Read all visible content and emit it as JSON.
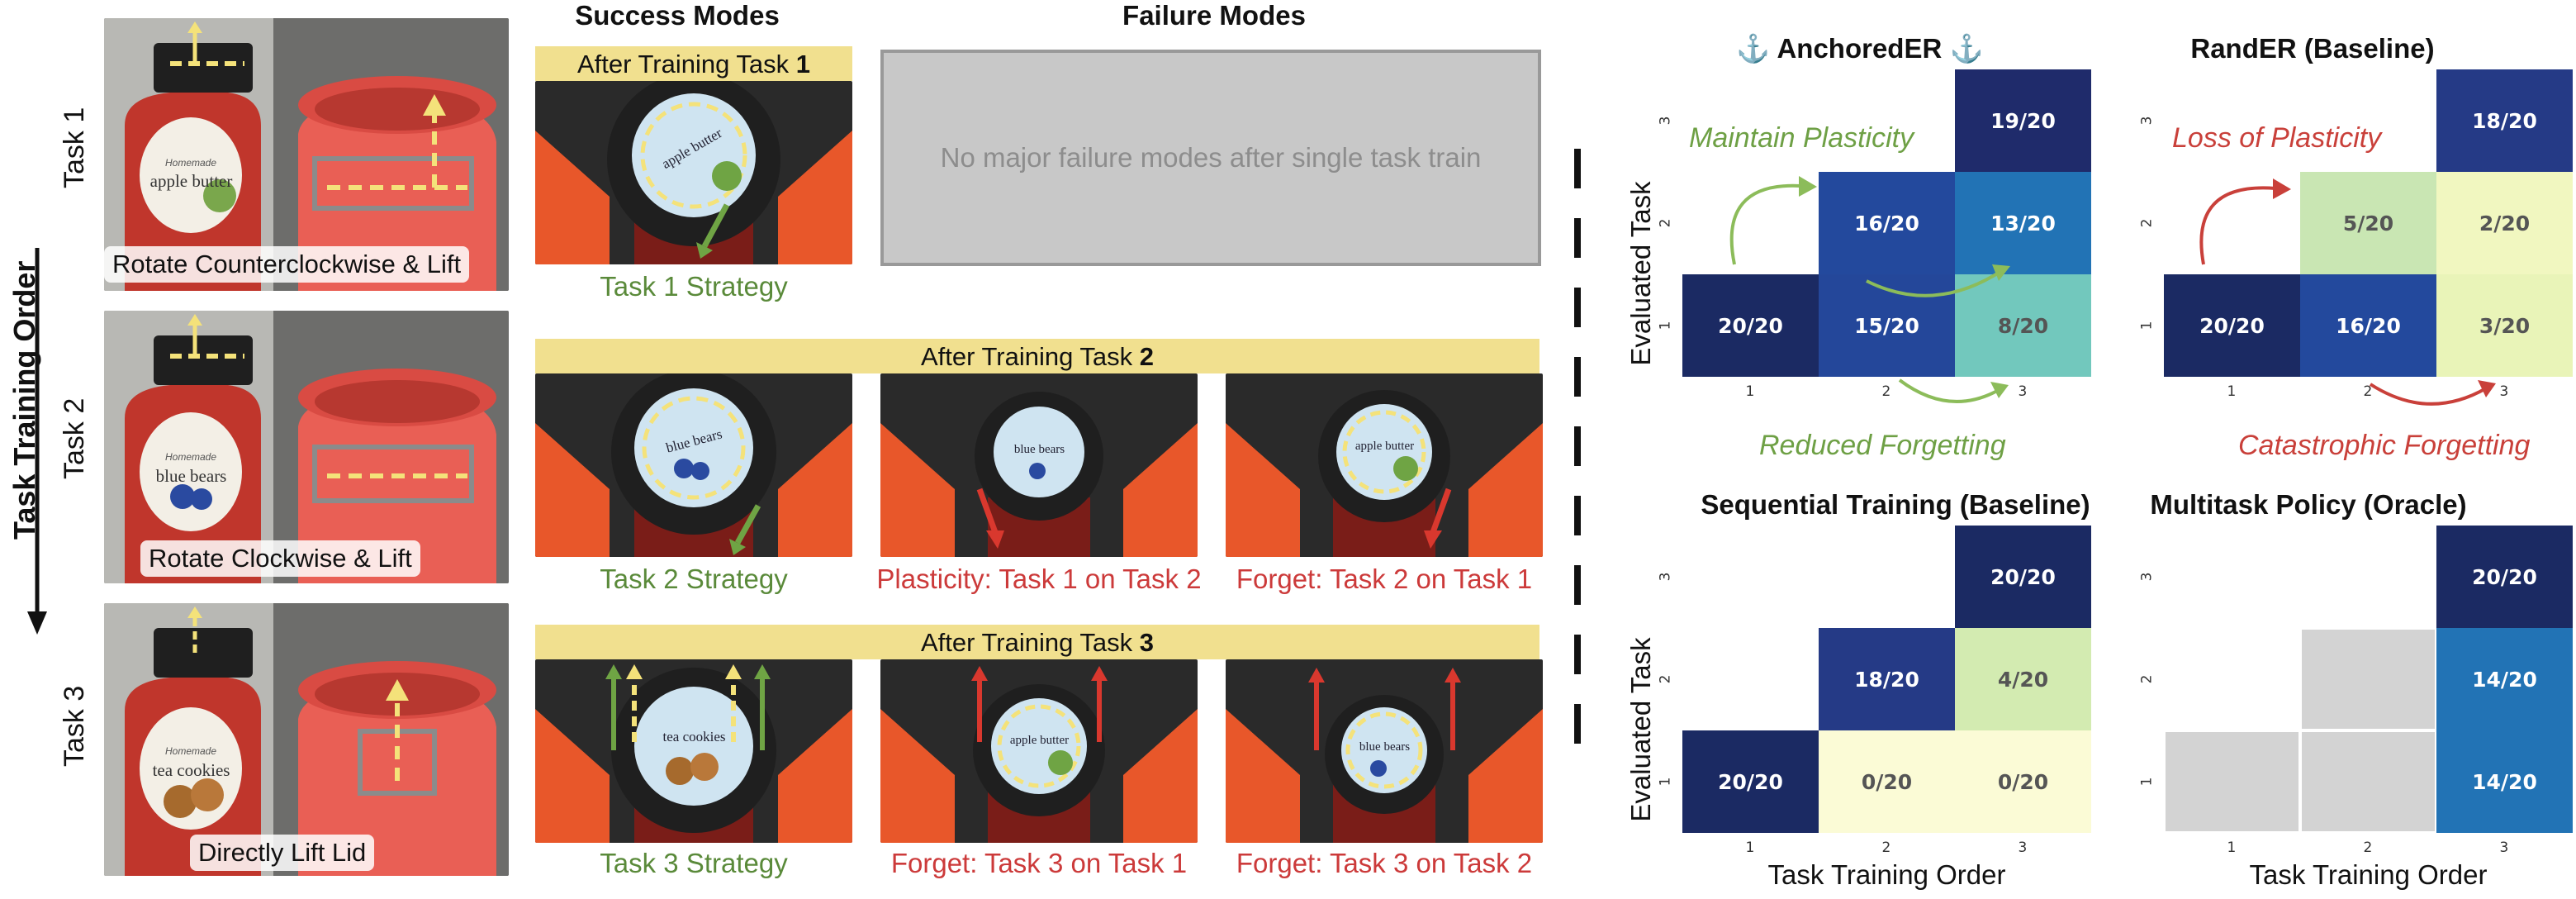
{
  "task_labels": [
    "Task 1",
    "Task 2",
    "Task 3"
  ],
  "vertical_axis_label": "Task Training Order",
  "task_captions": [
    "Rotate Counterclockwise & Lift",
    "Rotate Clockwise & Lift",
    "Directly Lift Lid"
  ],
  "jar_labels": [
    {
      "brand": "Homemade",
      "name": "apple butter"
    },
    {
      "brand": "Homemade",
      "name": "blue bears"
    },
    {
      "brand": "Homemade",
      "name": "tea cookies"
    }
  ],
  "column_headers": {
    "success": "Success Modes",
    "failure": "Failure Modes"
  },
  "bands": [
    {
      "prefix": "After Training Task ",
      "num": "1"
    },
    {
      "prefix": "After Training Task ",
      "num": "2"
    },
    {
      "prefix": "After Training Task ",
      "num": "3"
    }
  ],
  "no_failure_text": "No major failure modes after single task train",
  "success_captions": [
    "Task 1 Strategy",
    "Task 2 Strategy",
    "Task 3 Strategy"
  ],
  "failure_captions": [
    "Plasticity: Task 1 on Task 2",
    "Forget: Task 2 on Task 1",
    "Forget: Task 3 on Task 1",
    "Forget: Task 3 on Task 2"
  ],
  "colors": {
    "band": "#f1e08f",
    "green_text": "#5a8a3a",
    "red_text": "#cc3a3a",
    "jar_red": "#c0362c",
    "lid_black": "#1f1f1f",
    "arrow_yellow": "#f4e27a"
  },
  "annotations": {
    "maintain": "Maintain Plasticity",
    "reduced": "Reduced Forgetting",
    "loss": "Loss of Plasticity",
    "catastrophic": "Catastrophic Forgetting"
  },
  "chart_data": [
    {
      "type": "heatmap",
      "title": "⚓ AnchoredER ⚓",
      "xlabel": "",
      "ylabel": "Evaluated Task",
      "x_ticks": [
        "1",
        "2",
        "3"
      ],
      "y_ticks": [
        "1",
        "2",
        "3"
      ],
      "cells": [
        {
          "train": 1,
          "eval": 1,
          "label": "20/20",
          "color": "#1b2a63"
        },
        {
          "train": 2,
          "eval": 1,
          "label": "15/20",
          "color": "#24479a"
        },
        {
          "train": 2,
          "eval": 2,
          "label": "16/20",
          "color": "#23499d"
        },
        {
          "train": 3,
          "eval": 1,
          "label": "8/20",
          "color": "#72c8bd"
        },
        {
          "train": 3,
          "eval": 2,
          "label": "13/20",
          "color": "#2273b5"
        },
        {
          "train": 3,
          "eval": 3,
          "label": "19/20",
          "color": "#1f2b6b"
        }
      ]
    },
    {
      "type": "heatmap",
      "title": "RandER (Baseline)",
      "xlabel": "",
      "ylabel": "",
      "x_ticks": [
        "1",
        "2",
        "3"
      ],
      "y_ticks": [
        "1",
        "2",
        "3"
      ],
      "cells": [
        {
          "train": 1,
          "eval": 1,
          "label": "20/20",
          "color": "#1b2a63"
        },
        {
          "train": 2,
          "eval": 1,
          "label": "16/20",
          "color": "#23499d"
        },
        {
          "train": 2,
          "eval": 2,
          "label": "5/20",
          "color": "#c9e6b3"
        },
        {
          "train": 3,
          "eval": 1,
          "label": "3/20",
          "color": "#e9f4b8"
        },
        {
          "train": 3,
          "eval": 2,
          "label": "2/20",
          "color": "#f1f7c0"
        },
        {
          "train": 3,
          "eval": 3,
          "label": "18/20",
          "color": "#253a86"
        }
      ]
    },
    {
      "type": "heatmap",
      "title": "Sequential Training (Baseline)",
      "xlabel": "Task Training Order",
      "ylabel": "Evaluated Task",
      "x_ticks": [
        "1",
        "2",
        "3"
      ],
      "y_ticks": [
        "1",
        "2",
        "3"
      ],
      "cells": [
        {
          "train": 1,
          "eval": 1,
          "label": "20/20",
          "color": "#1b2a63"
        },
        {
          "train": 2,
          "eval": 1,
          "label": "0/20",
          "color": "#fbfbd6"
        },
        {
          "train": 2,
          "eval": 2,
          "label": "18/20",
          "color": "#253a86"
        },
        {
          "train": 3,
          "eval": 1,
          "label": "0/20",
          "color": "#fbfbd6"
        },
        {
          "train": 3,
          "eval": 2,
          "label": "4/20",
          "color": "#d3ebb1"
        },
        {
          "train": 3,
          "eval": 3,
          "label": "20/20",
          "color": "#1b2a63"
        }
      ]
    },
    {
      "type": "heatmap",
      "title": "Multitask Policy (Oracle)",
      "xlabel": "Task Training Order",
      "ylabel": "",
      "x_ticks": [
        "1",
        "2",
        "3"
      ],
      "y_ticks": [
        "1",
        "2",
        "3"
      ],
      "cells": [
        {
          "train": 1,
          "eval": 1,
          "label": "",
          "color": "#d3d3d3"
        },
        {
          "train": 2,
          "eval": 1,
          "label": "",
          "color": "#d3d3d3"
        },
        {
          "train": 2,
          "eval": 2,
          "label": "",
          "color": "#d3d3d3"
        },
        {
          "train": 3,
          "eval": 1,
          "label": "14/20",
          "color": "#2273b5"
        },
        {
          "train": 3,
          "eval": 2,
          "label": "14/20",
          "color": "#2273b5"
        },
        {
          "train": 3,
          "eval": 3,
          "label": "20/20",
          "color": "#1b2a63"
        }
      ]
    }
  ]
}
